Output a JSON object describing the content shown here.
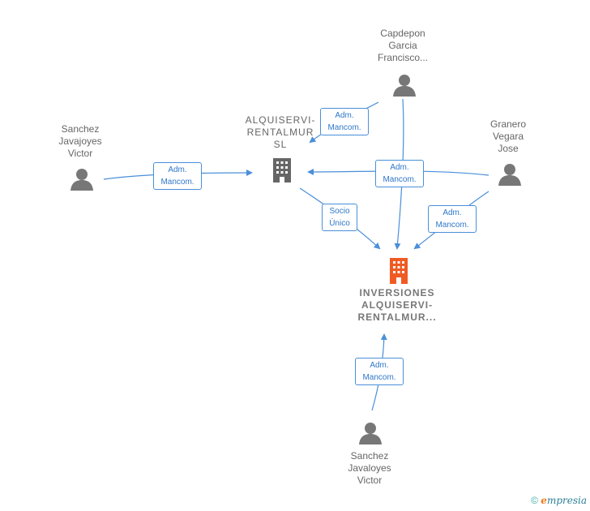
{
  "nodes": {
    "capdepon": "Capdepon\nGarcia\nFrancisco...",
    "sanchez_jav": "Sanchez\nJavajoyes\nVictor",
    "granero": "Granero\nVegara\nJose",
    "alquiservi_sl": "ALQUISERVI-\nRENTALMUR\nSL",
    "inversiones": "INVERSIONES\nALQUISERVI-\nRENTALMUR...",
    "sanchez_jval": "Sanchez\nJavaloyes\nVictor"
  },
  "edge_labels": {
    "capdepon_to_sl": "Adm.\nMancom.",
    "sanchez_to_sl": "Adm.\nMancom.",
    "center_shared": "Adm.\nMancom.",
    "sl_to_inv": "Socio\nÚnico",
    "granero_to_inv": "Adm.\nMancom.",
    "bottom_to_inv": "Adm.\nMancom."
  },
  "footer": {
    "copyright": "©",
    "brand_e": "e",
    "brand_rest": "mpresia"
  },
  "colors": {
    "edge": "#4a8fd9",
    "person": "#777777",
    "company_main": "#f05a23",
    "company_sub": "#666666"
  }
}
